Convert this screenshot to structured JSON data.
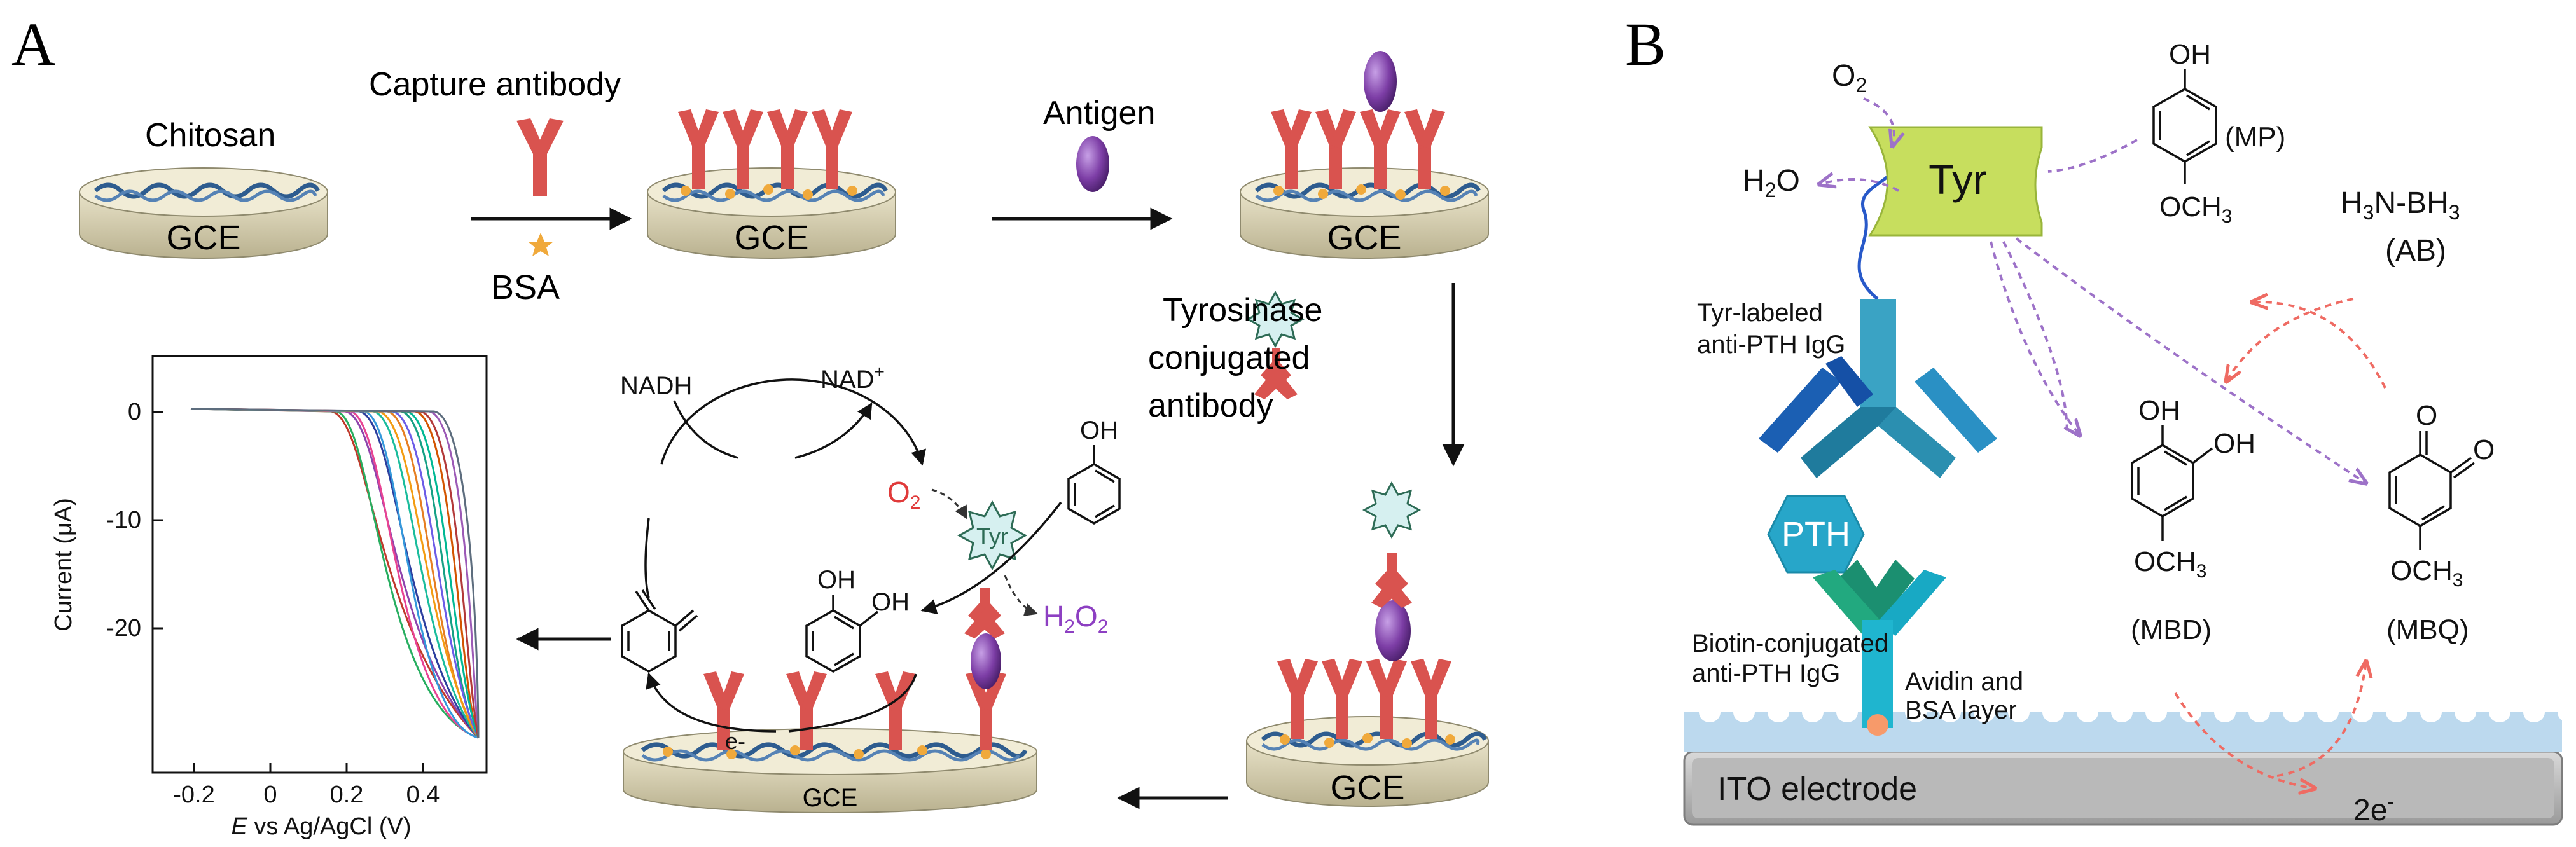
{
  "panel_a": {
    "panel_letter": "A",
    "chitosan": "Chitosan",
    "capture_antibody": "Capture antibody",
    "bsa": "BSA",
    "antigen": "Antigen",
    "electrode": "GCE",
    "tyrosinase_l1": "Tyrosinase",
    "tyrosinase_l2": "conjugated",
    "tyrosinase_l3": "antibody",
    "nadh": "NADH",
    "nad_plus": "NAD",
    "nad_plus_sup": "+",
    "oh": "OH",
    "o2": "O",
    "o2_sub": "2",
    "h2o2": "H",
    "h2o2_sub1": "2",
    "h2o2_mid": "O",
    "h2o2_sub2": "2",
    "tyr_short": "Tyr",
    "electron": "e-",
    "plot": {
      "ylabel": "Current (μA)",
      "xlabel_italic": "E",
      "xlabel_rest": " vs Ag/AgCl (V)",
      "yticks": [
        "0",
        "-10",
        "-20"
      ],
      "xticks": [
        "-0.2",
        "0",
        "0.2",
        "0.4"
      ]
    }
  },
  "panel_b": {
    "panel_letter": "B",
    "o2": "O",
    "o2_sub": "2",
    "h2o": "H",
    "h2o_sub": "2",
    "h2o_end": "O",
    "tyr": "Tyr",
    "oh": "OH",
    "mp": "(MP)",
    "och3": "OCH",
    "och3_sub": "3",
    "ab_formula_1": "H",
    "ab_formula_sub1": "3",
    "ab_formula_2": "N-BH",
    "ab_formula_sub2": "3",
    "ab": "(AB)",
    "tyr_labeled_l1": "Tyr-labeled",
    "tyr_labeled_l2": "anti-PTH IgG",
    "pth": "PTH",
    "mbd": "(MBD)",
    "mbq": "(MBQ)",
    "biotin_l1": "Biotin-conjugated",
    "biotin_l2": "anti-PTH IgG",
    "avidin_l1": "Avidin and",
    "avidin_l2": "BSA layer",
    "ito": "ITO electrode",
    "two_e": "2e",
    "two_e_sup": "-"
  }
}
